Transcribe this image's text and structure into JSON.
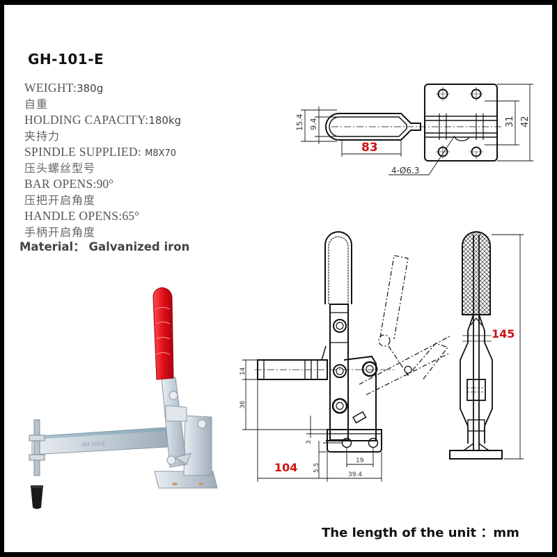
{
  "product": {
    "model": "GH-101-E"
  },
  "specs": [
    {
      "label": "WEIGHT:",
      "value": "380g",
      "label_cn": "自重"
    },
    {
      "label": "HOLDING CAPACITY:",
      "value": "180kg",
      "label_cn": "夹持力"
    },
    {
      "label": "SPINDLE SUPPLIED:",
      "value": "M8X70",
      "label_cn": "压头螺丝型号"
    },
    {
      "label": "BAR OPENS:",
      "value": "90°",
      "label_cn": "压把开启角度"
    },
    {
      "label": "HANDLE OPENS:",
      "value": "65°",
      "label_cn": "手柄开启角度"
    }
  ],
  "material": {
    "label": "Material：",
    "value": "Galvanized iron"
  },
  "footer": {
    "unit_note": "The length of the unit ：mm"
  },
  "colors": {
    "frame_border": "#000000",
    "background": "#ffffff",
    "highlight_dimension": "#d01010",
    "handle_grip": "#e0101a",
    "metal": "#c9d3dc",
    "rubber_tip": "#1a1a1a"
  },
  "drawings": {
    "top_view": {
      "dimensions": {
        "handle_width_outer": "15.4",
        "handle_width_inner": "9.4",
        "handle_length": "83",
        "base_hole_spacing": "31",
        "base_height": "42",
        "mounting_holes": "4-Ø6.3"
      }
    },
    "side_view": {
      "dimensions": {
        "bar_height": "14",
        "bar_to_base": "36",
        "base_thickness": "3",
        "hole_offset": "5.5",
        "hole_spacing": "19",
        "base_width": "39.4",
        "reach": "104"
      }
    },
    "front_view": {
      "dimensions": {
        "total_height": "145"
      }
    }
  }
}
